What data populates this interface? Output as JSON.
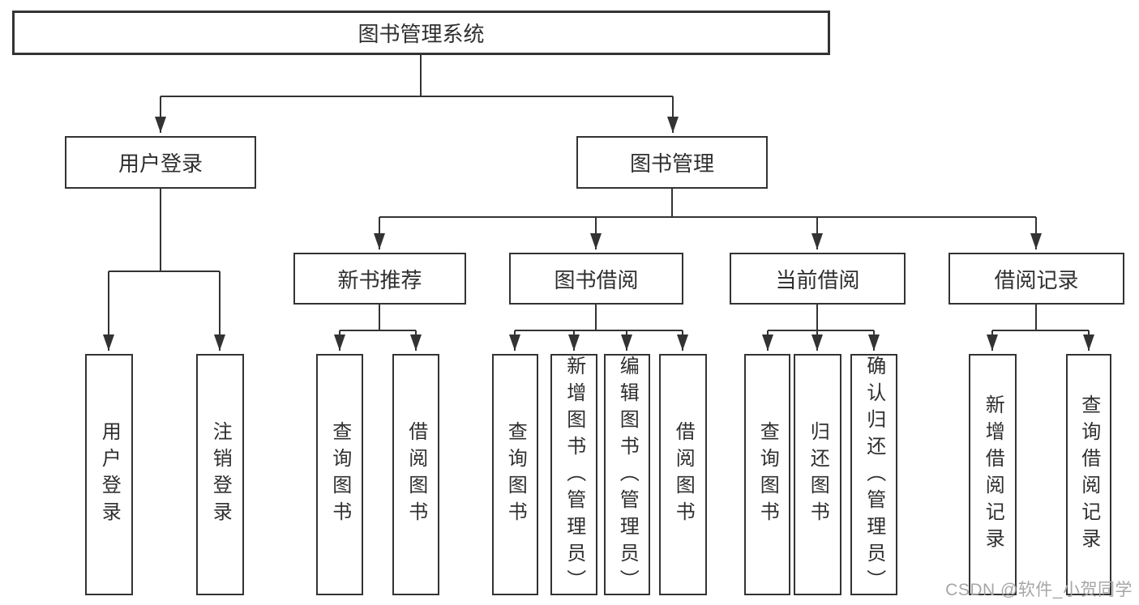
{
  "diagram": {
    "type": "hierarchy-tree",
    "tree": {
      "label": "图书管理系统",
      "children": [
        {
          "label": "用户登录",
          "children": [
            {
              "label": "用户登录"
            },
            {
              "label": "注销登录"
            }
          ]
        },
        {
          "label": "图书管理",
          "children": [
            {
              "label": "新书推荐",
              "children": [
                {
                  "label": "查询图书"
                },
                {
                  "label": "借阅图书"
                }
              ]
            },
            {
              "label": "图书借阅",
              "children": [
                {
                  "label": "查询图书"
                },
                {
                  "label": "新增图书（管理员）"
                },
                {
                  "label": "编辑图书（管理员）"
                },
                {
                  "label": "借阅图书"
                }
              ]
            },
            {
              "label": "当前借阅",
              "children": [
                {
                  "label": "查询图书"
                },
                {
                  "label": "归还图书"
                },
                {
                  "label": "确认归还（管理员）"
                }
              ]
            },
            {
              "label": "借阅记录",
              "children": [
                {
                  "label": "新增借阅记录"
                },
                {
                  "label": "查询借阅记录"
                }
              ]
            }
          ]
        }
      ]
    },
    "colors": {
      "line": "#333333",
      "box_border": "#333333",
      "box_fill": "#ffffff",
      "text": "#2f2f2f",
      "watermark": "#a6a6a6"
    }
  },
  "watermark": {
    "text": "CSDN @软件_小贺同学"
  }
}
